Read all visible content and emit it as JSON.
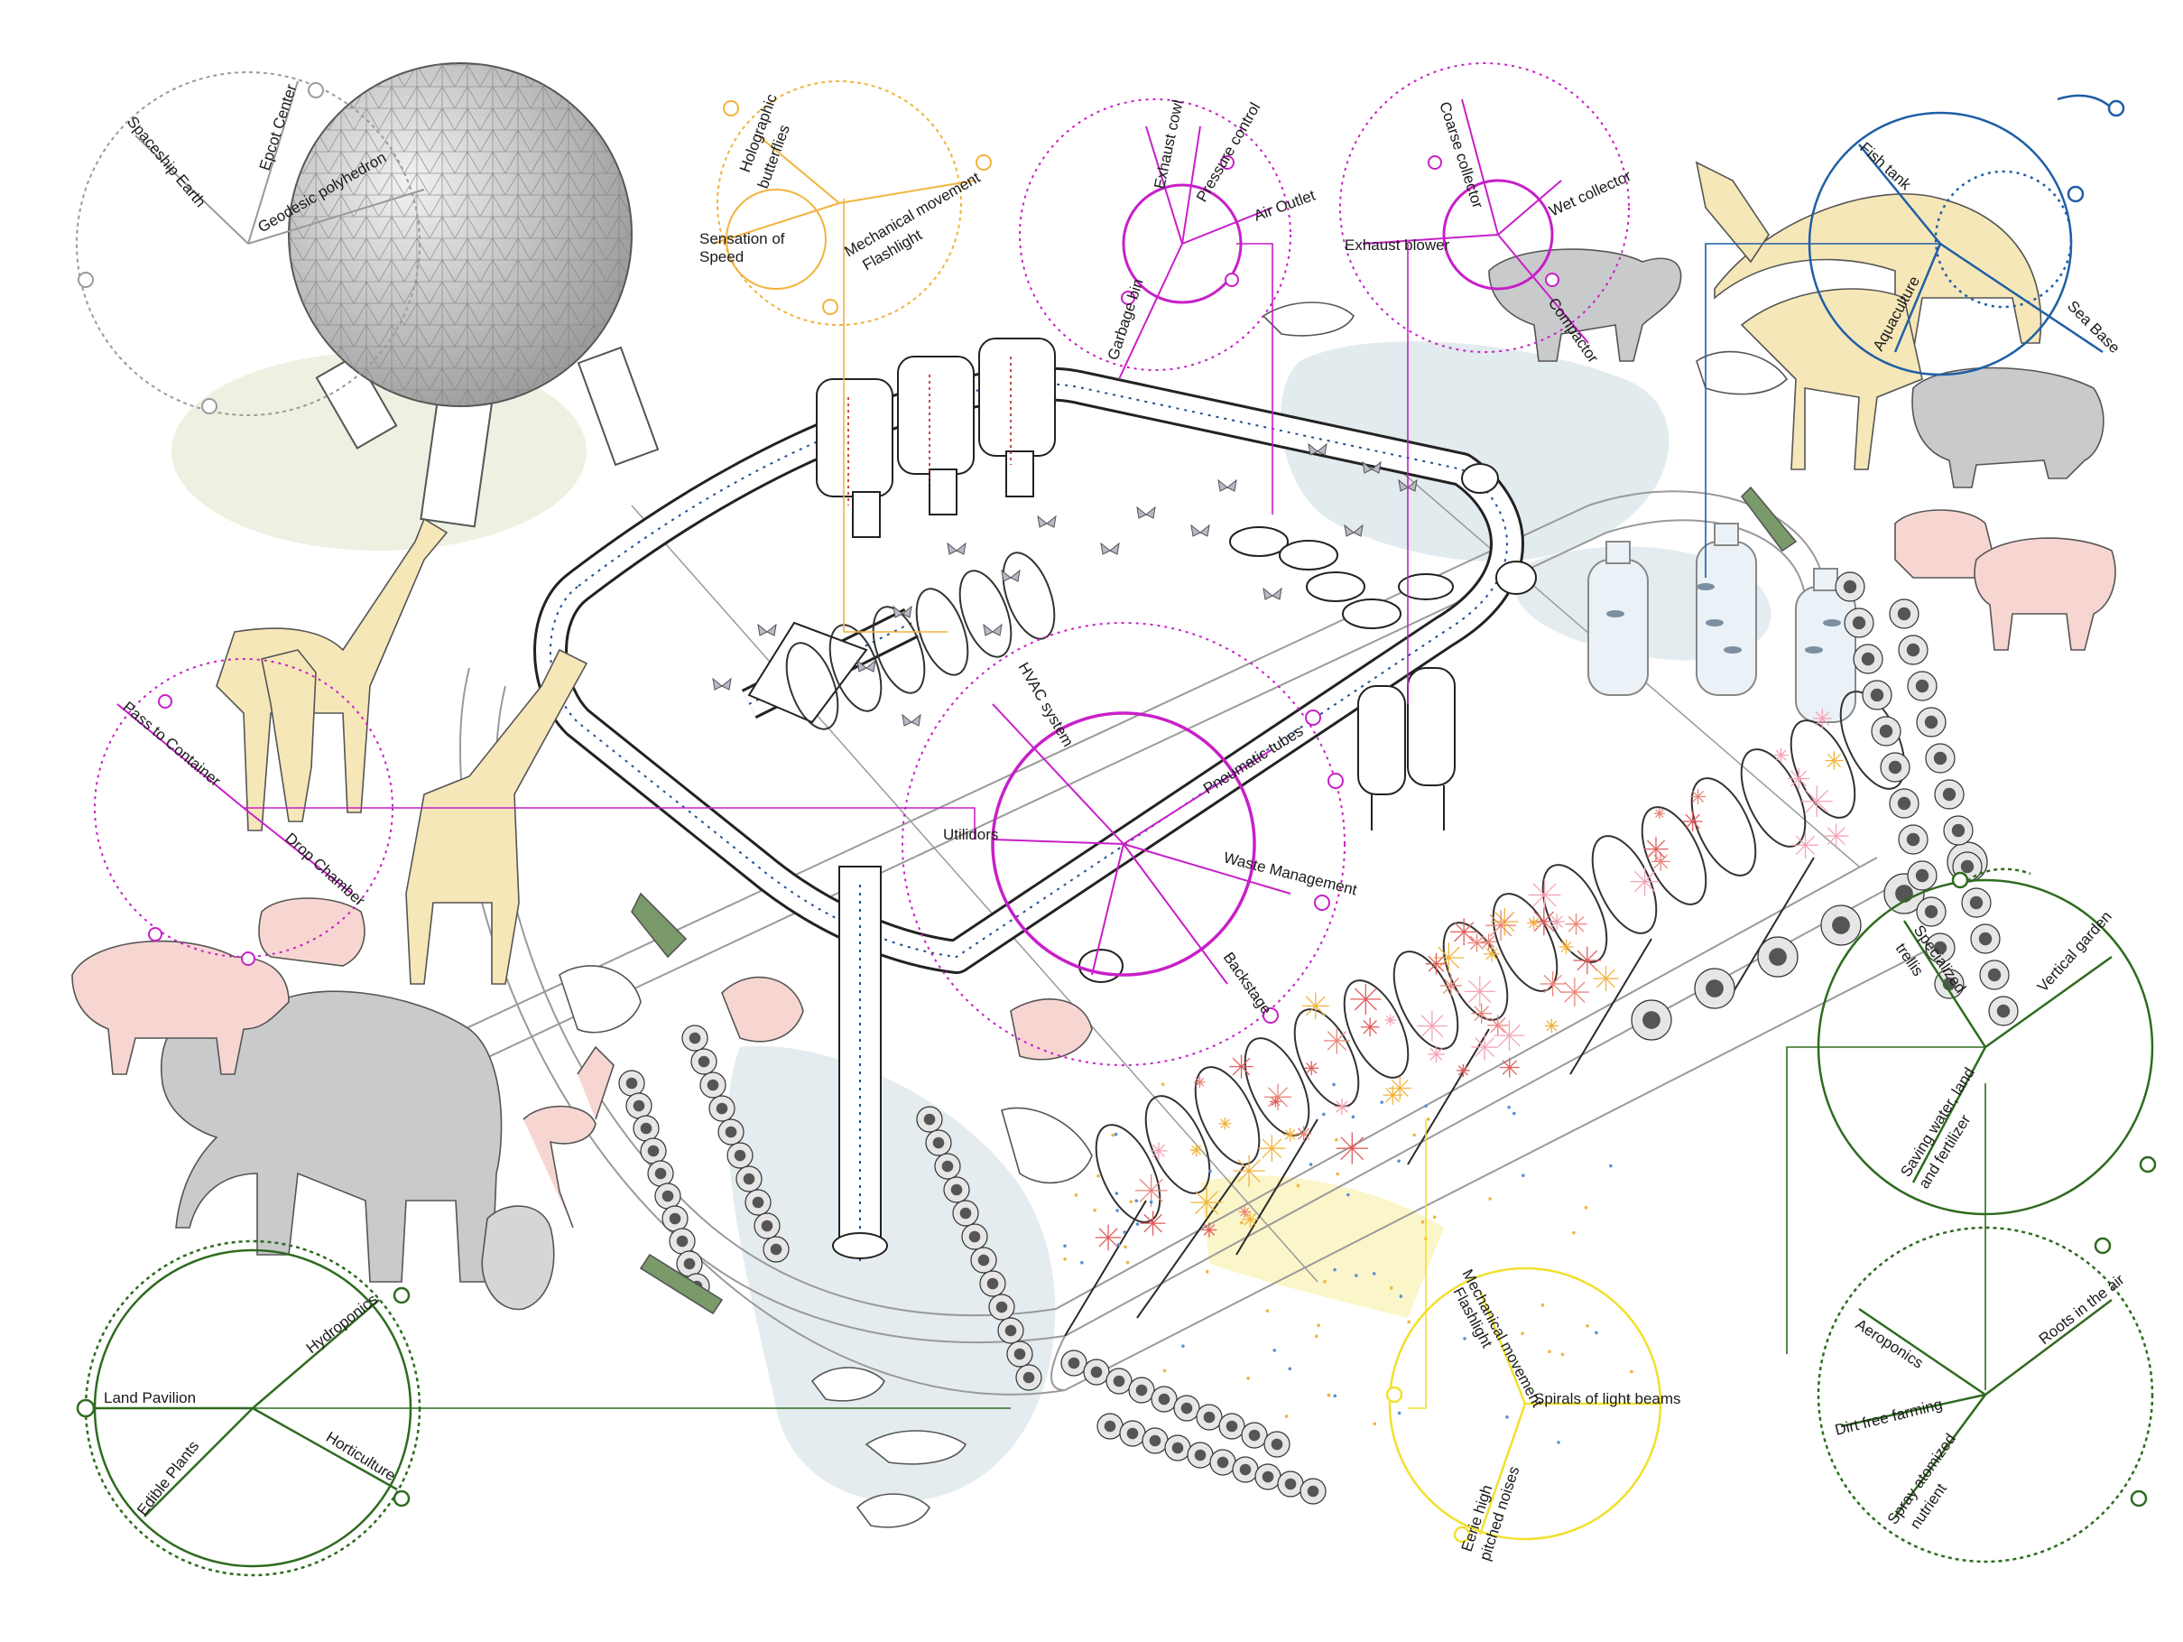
{
  "colors": {
    "gray": "#9a9a9a",
    "orange": "#f2b33d",
    "magenta": "#c81fc8",
    "blue": "#1f5fa6",
    "green": "#2e6b1f",
    "yellow": "#f1e02e",
    "pipe_flow": "#1f4f8f",
    "water": "#dfe9ee",
    "animal": "#f6e7b8",
    "animal_gray": "#c9cacc",
    "pink_animal": "#f7d6d2"
  },
  "icons": [
    "geodesic-sphere-icon",
    "giraffe-icon",
    "elephant-icon",
    "pig-icon",
    "koala-icon",
    "bear-icon",
    "flamingo-icon",
    "pelican-icon",
    "crocodile-icon",
    "goose-icon",
    "butterfly-icon",
    "fish-icon",
    "plant-icon",
    "light-burst-icon"
  ],
  "labels": {
    "epcot": {
      "spaceship_earth": "Spaceship Earth",
      "epcot_center": "Epcot Center",
      "geodesic": "Geodesic polyhedron"
    },
    "orange": {
      "holographic_1": "Holographic",
      "holographic_2": "butterflies",
      "speed_1": "Sensation of",
      "speed_2": "Speed",
      "mechanical_1": "Mechanical movement",
      "mechanical_2": "Flashlight"
    },
    "magenta_top": {
      "exhaust_cowl": "Exhaust cowl",
      "pressure_control": "Pressure control",
      "air_outlet": "Air Outlet",
      "garbage_bin": "Garbage bin"
    },
    "magenta_right": {
      "coarse_collector": "Coarse collector",
      "wet_collector": "Wet collector",
      "exhaust_blower": "Exhaust blower",
      "compactor": "Compactor"
    },
    "blue": {
      "fish_tank": "Fish tank",
      "aquaculture": "Aquaculture",
      "sea_base": "Sea Base"
    },
    "magenta_left": {
      "pass_to_container": "Pass to Container",
      "drop_chamber": "Drop Chamber"
    },
    "magenta_center": {
      "hvac": "HVAC system",
      "pneumatic": "Pneumatic tubes",
      "utilidors": "Utilidors",
      "waste": "Waste Management",
      "backstage": "Backstage"
    },
    "green_right": {
      "specialized_1": "Specialized",
      "specialized_2": "trellis",
      "vertical_garden": "Vertical garden",
      "saving_1": "Saving water, land",
      "saving_2": "and fertilizer"
    },
    "green_left": {
      "hydroponics": "Hydroponics",
      "land_pavilion": "Land Pavilion",
      "edible": "Edible Plants",
      "horticulture": "Horticulture"
    },
    "yellow": {
      "mechanical_1": "Mechanical movement",
      "mechanical_2": "Flashlight",
      "spirals": "Spirals of light beams",
      "eerie_1": "Eerie high",
      "eerie_2": "pitched noises"
    },
    "green_br": {
      "aeroponics": "Aeroponics",
      "roots": "Roots in the air",
      "dirt_free": "Dirt free farming",
      "spray_1": "Spray atomized",
      "spray_2": "nutrient"
    }
  }
}
